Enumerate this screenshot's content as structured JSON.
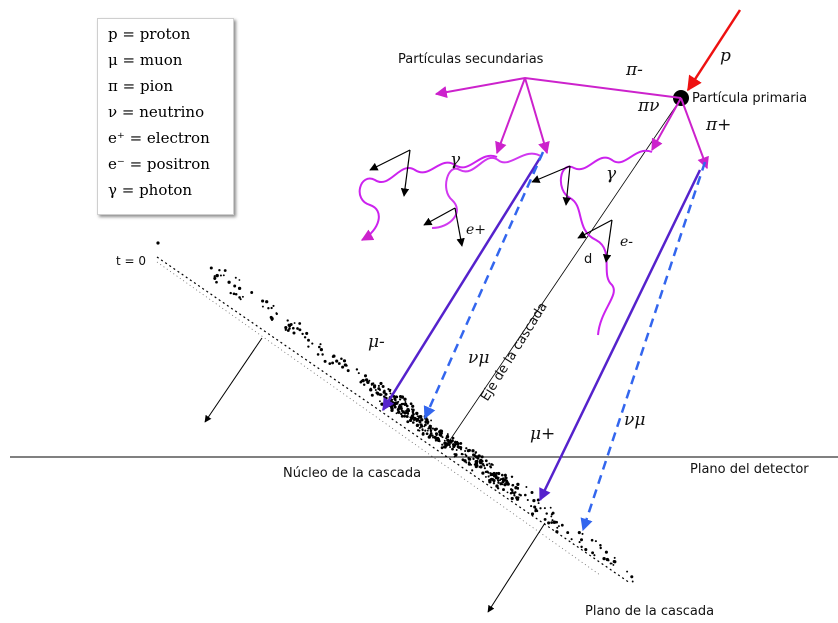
{
  "legend": [
    "p = proton",
    "μ = muon",
    "π = pion",
    "ν = neutrino",
    "e⁺ = electron",
    "e⁻ = positron",
    "γ = photon"
  ],
  "labels": {
    "secondary_particles": "Partículas secundarias",
    "primary_particle": "Partícula primaria",
    "t0": "t = 0",
    "shower_core": "Núcleo de la cascada",
    "detector_plane": "Plano del detector",
    "shower_plane": "Plano de la cascada",
    "shower_axis": "Eje de la cascada",
    "distance": "d"
  },
  "symbols": {
    "proton": "p",
    "pi_minus_top": "π-",
    "pi_nu": "πν",
    "pi_plus": "π+",
    "gamma_left": "γ",
    "gamma_right": "γ",
    "e_plus": "e+",
    "e_minus": "e-",
    "mu_minus": "μ-",
    "nu_mu_left": "νμ",
    "mu_plus": "μ+",
    "nu_mu_right": "νμ"
  },
  "colors": {
    "primary_arrow": "#ee1111",
    "pion_arrows": "#cc22cc",
    "photon_wave": "#cc22ee",
    "muon_arrow": "#5522cc",
    "neutrino_arrow": "#3366ee",
    "lines": "#000000"
  }
}
